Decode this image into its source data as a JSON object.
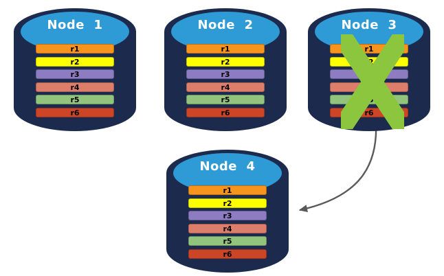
{
  "colors": {
    "background": "#ffffff",
    "cylinder_body": "#1C2B4D",
    "cylinder_edge": "#152340",
    "cylinder_top": "#2F9BD6",
    "node_label_text": "#ffffff",
    "record_text": "#000000",
    "fail_x": "#8CC63F",
    "arrow": "#595959"
  },
  "records": [
    {
      "label": "r1",
      "color": "#F7941D"
    },
    {
      "label": "r2",
      "color": "#FFFF00"
    },
    {
      "label": "r3",
      "color": "#8E7CC3"
    },
    {
      "label": "r4",
      "color": "#DD7E6B"
    },
    {
      "label": "r5",
      "color": "#93C47D"
    },
    {
      "label": "r6",
      "color": "#CD4527"
    }
  ],
  "nodes": [
    {
      "label": "Node  1",
      "failed": false
    },
    {
      "label": "Node  2",
      "failed": false
    },
    {
      "label": "Node  3",
      "failed": true
    },
    {
      "label": "Node  4",
      "failed": false
    }
  ],
  "arrow": {
    "from": "Node 3",
    "to": "Node 4"
  }
}
